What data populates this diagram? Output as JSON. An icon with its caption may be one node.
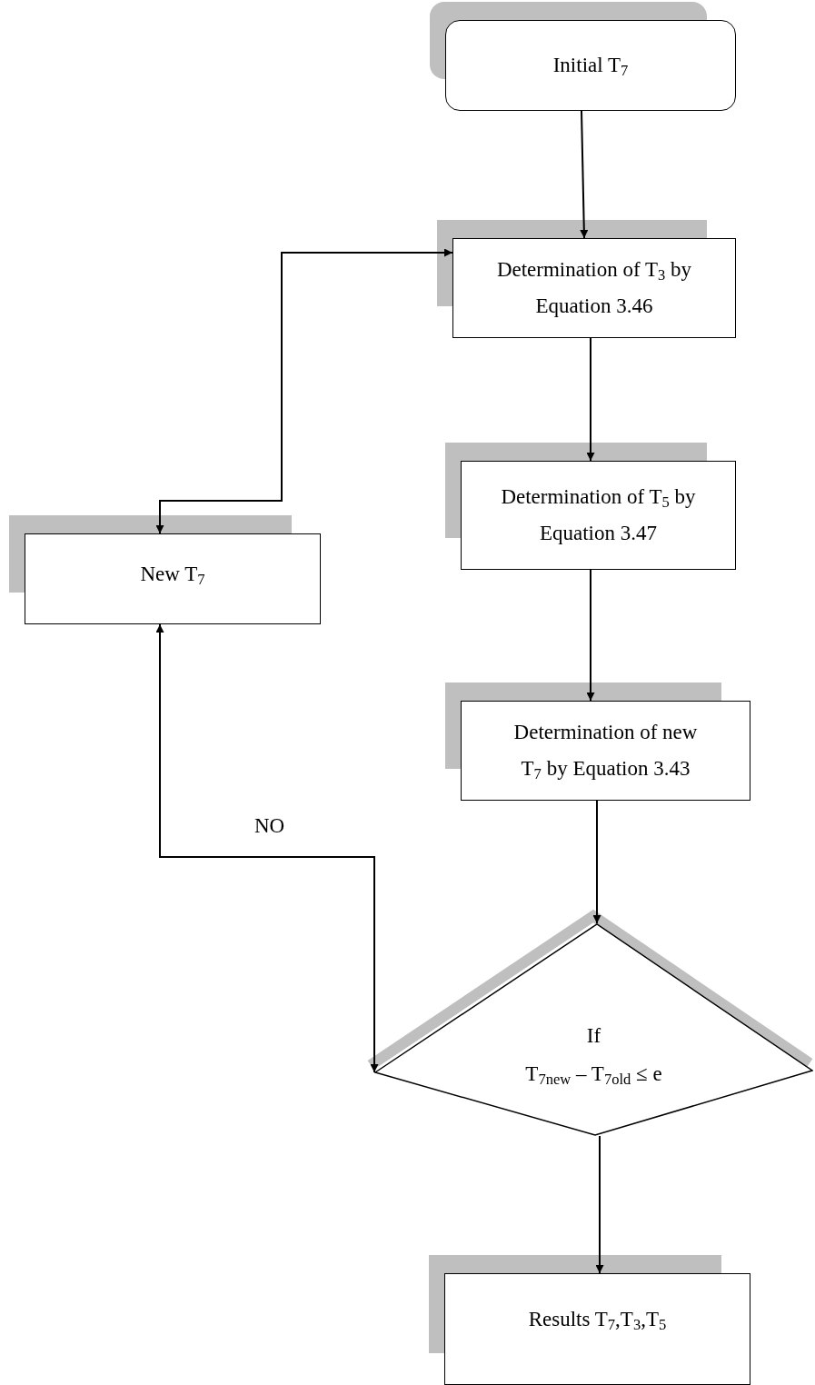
{
  "diagram": {
    "nodes": [
      {
        "text": [
          "Initial T$_{7}$"
        ]
      },
      {
        "text": [
          "Determination of T$_{3}$ by Equation 3.46"
        ]
      },
      {
        "text": [
          "Determination of T$_{5}$ by Equation 3.47"
        ]
      },
      {
        "text": [
          "Determination of new T$_{7}$ by Equation 3.43"
        ]
      },
      {
        "text": [
          "If",
          "T$_{7new}$ – T$_{7old}$ ≤ e"
        ]
      },
      {
        "text": [
          "Results T$_{7}$,T$_{3}$,T$_{5}$"
        ]
      },
      {
        "text": [
          "New T$_{7}$"
        ]
      }
    ],
    "edges": [
      {
        "from": 0,
        "to": 1,
        "arrow": "to"
      },
      {
        "from": 1,
        "to": 2,
        "arrow": "to"
      },
      {
        "from": 2,
        "to": 3,
        "arrow": "to"
      },
      {
        "from": 3,
        "to": 4,
        "arrow": "to"
      },
      {
        "from": 4,
        "to": 5,
        "arrow": "to"
      },
      {
        "from": 4,
        "to": 6,
        "arrow": "both",
        "label": "NO"
      },
      {
        "from": 6,
        "to": 1,
        "arrow": "both"
      }
    ]
  }
}
